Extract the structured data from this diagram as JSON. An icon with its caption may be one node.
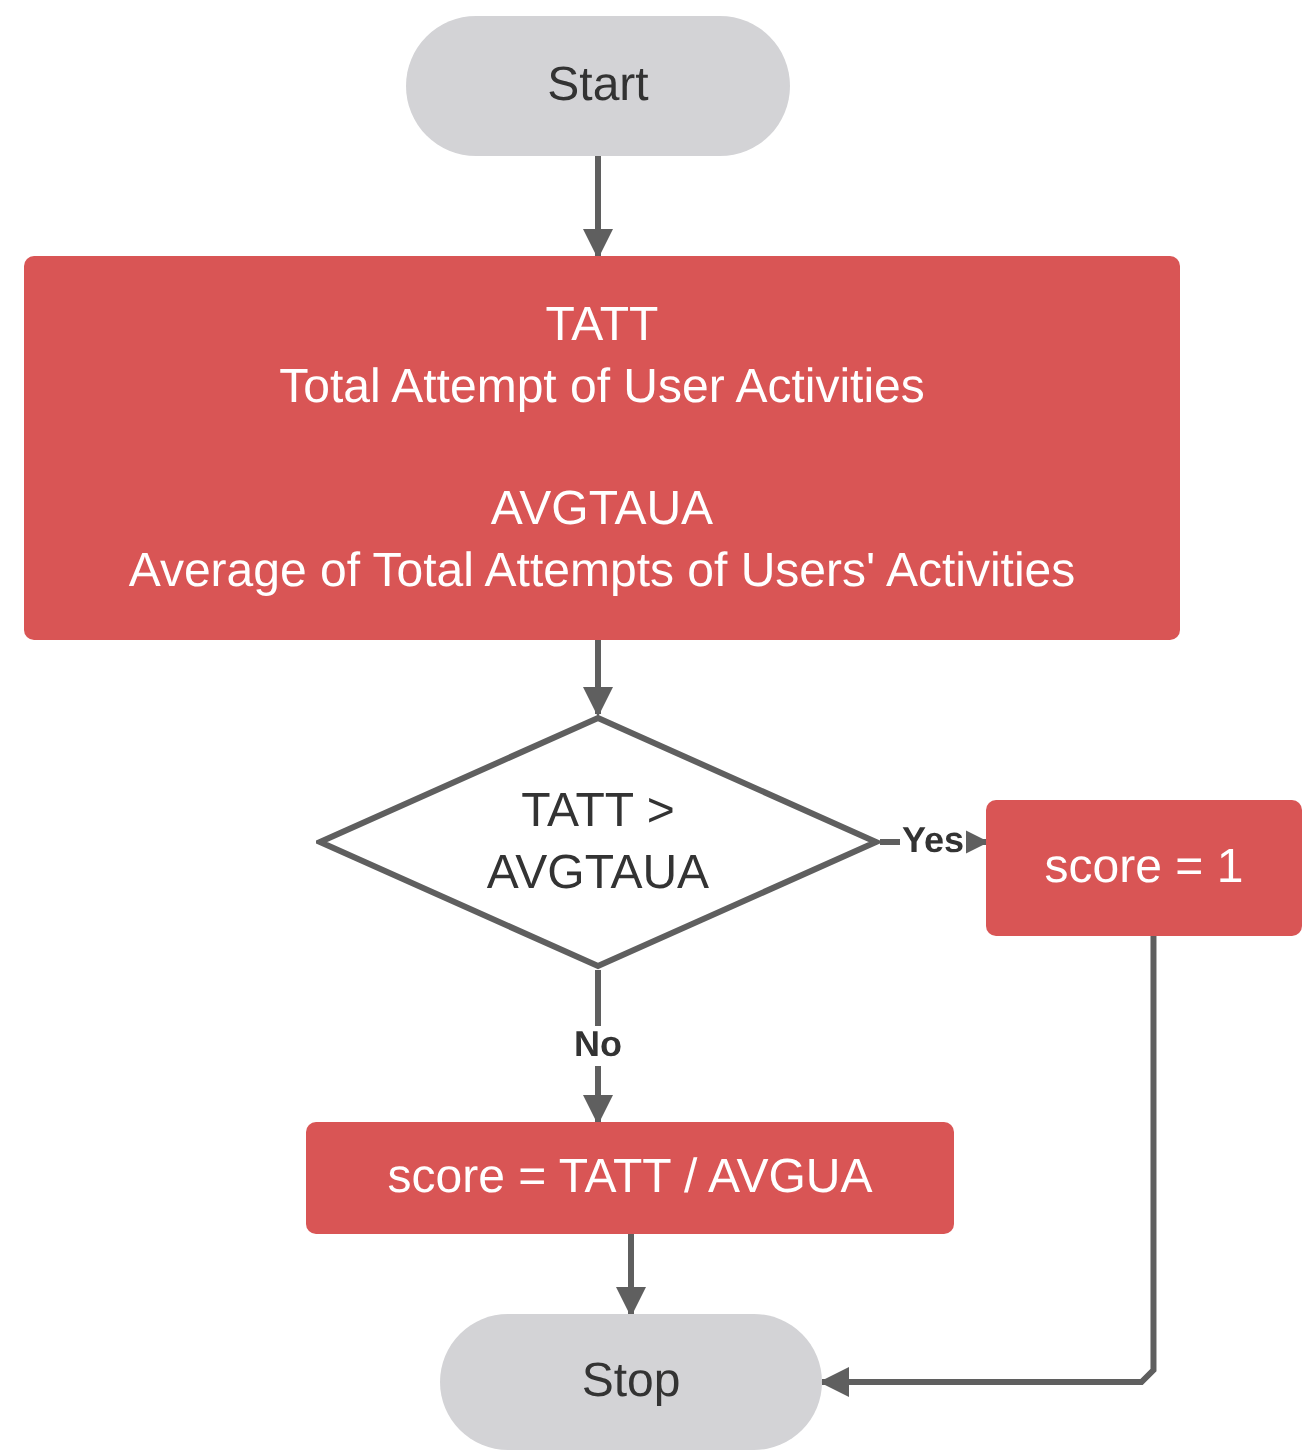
{
  "diagram": {
    "nodes": [
      {
        "text": [
          "Start"
        ]
      },
      {
        "text": [
          "TATT",
          "Total Attempt of User Activities",
          "AVGTAUA",
          "Average of Total Attempts of Users' Activities"
        ]
      },
      {
        "text": [
          "TATT > AVGTAUA"
        ]
      },
      {
        "text": [
          "score = 1"
        ]
      },
      {
        "text": [
          "score = TATT / AVGUA"
        ]
      },
      {
        "text": [
          "Stop"
        ]
      }
    ],
    "edges": [
      {
        "from": 0,
        "to": 1,
        "arrow": "to"
      },
      {
        "from": 1,
        "to": 2,
        "arrow": "to"
      },
      {
        "from": 2,
        "to": 3,
        "label": "Yes",
        "arrow": "to"
      },
      {
        "from": 2,
        "to": 4,
        "label": "No",
        "arrow": "to"
      },
      {
        "from": 4,
        "to": 5,
        "arrow": "to"
      },
      {
        "from": 3,
        "to": 5,
        "arrow": "to"
      }
    ]
  }
}
